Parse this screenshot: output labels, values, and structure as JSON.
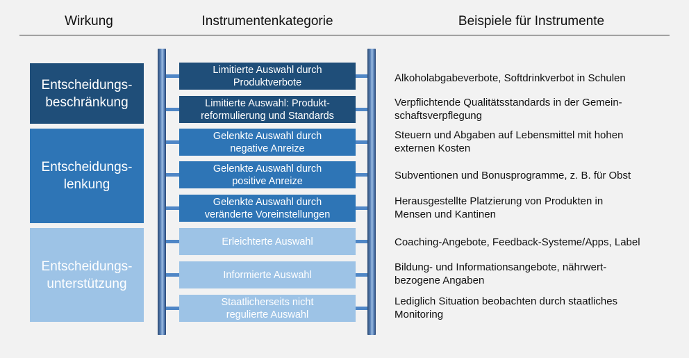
{
  "headers": {
    "wirkung": "Wirkung",
    "kategorie": "Instrumentenkategorie",
    "beispiele": "Beispiele für Instrumente"
  },
  "effects": [
    {
      "line1": "Entscheidungs-",
      "line2": "beschränkung",
      "color": "#1f4e79"
    },
    {
      "line1": "Entscheidungs-",
      "line2": "lenkung",
      "color": "#2e75b6"
    },
    {
      "line1": "Entscheidungs-",
      "line2": "unterstützung",
      "color": "#9dc3e6"
    }
  ],
  "categories": [
    {
      "line1": "Limitierte Auswahl durch",
      "line2": "Produktverbote",
      "color": "#1f4e79",
      "example_line1": "Alkoholabgabeverbote, Softdrinkverbot in Schulen",
      "example_line2": ""
    },
    {
      "line1": "Limitierte Auswahl: Produkt-",
      "line2": "reformulierung und Standards",
      "color": "#1f4e79",
      "example_line1": "Verpflichtende Qualitätsstandards in der Gemein-",
      "example_line2": "schaftsverpflegung"
    },
    {
      "line1": "Gelenkte Auswahl durch",
      "line2": "negative Anreize",
      "color": "#2e75b6",
      "example_line1": "Steuern und Abgaben auf Lebensmittel mit hohen",
      "example_line2": "externen Kosten"
    },
    {
      "line1": "Gelenkte Auswahl durch",
      "line2": "positive Anreize",
      "color": "#2e75b6",
      "example_line1": "Subventionen und Bonusprogramme, z. B. für Obst",
      "example_line2": ""
    },
    {
      "line1": "Gelenkte Auswahl durch",
      "line2": "veränderte Voreinstellungen",
      "color": "#2e75b6",
      "example_line1": "Herausgestellte Platzierung von Produkten in",
      "example_line2": "Mensen und Kantinen"
    },
    {
      "line1": "Erleichterte Auswahl",
      "line2": "",
      "color": "#9dc3e6",
      "example_line1": "Coaching-Angebote, Feedback-Systeme/Apps, Label",
      "example_line2": ""
    },
    {
      "line1": "Informierte Auswahl",
      "line2": "",
      "color": "#9dc3e6",
      "example_line1": "Bildung- und Informationsangebote, nährwert-",
      "example_line2": "bezogene Angaben"
    },
    {
      "line1": "Staatlicherseits nicht",
      "line2": "regulierte Auswahl",
      "color": "#9dc3e6",
      "example_line1": "Lediglich Situation beobachten durch staatliches",
      "example_line2": "Monitoring"
    }
  ]
}
